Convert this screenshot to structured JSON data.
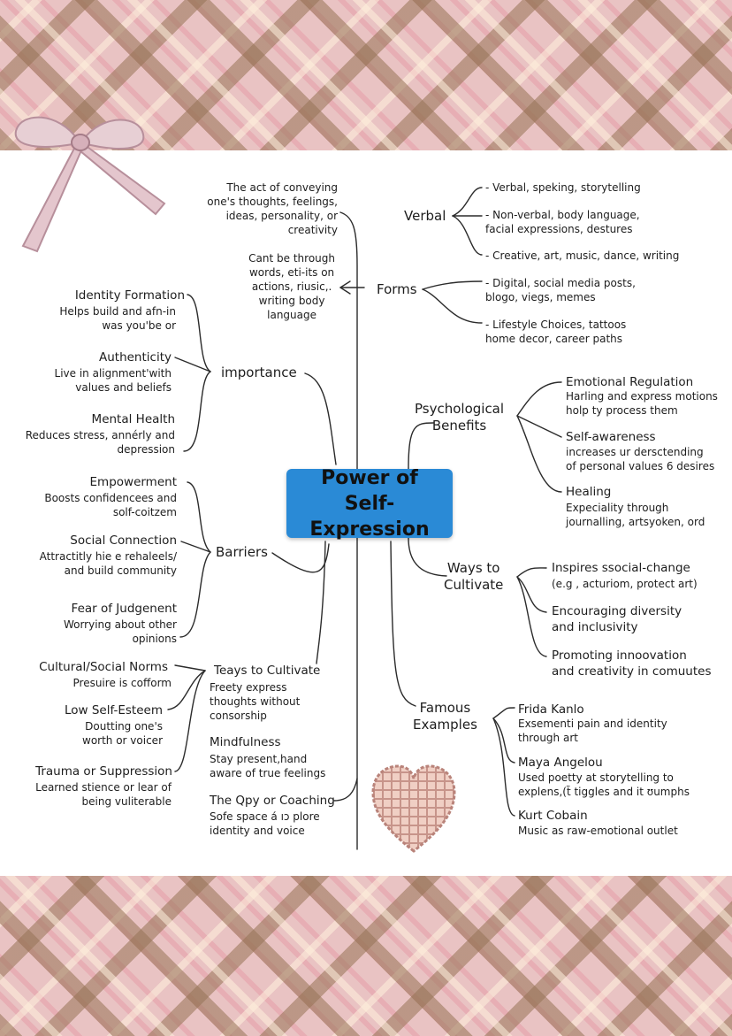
{
  "center": {
    "title": "Power of\nSelf-Expression"
  },
  "definition": {
    "text": "The act of conveying\none's thoughts, feelings,\nideas, personality, or\ncreativity",
    "through": "Cant be through\nwords, eti-its on\nactions, riusic,.\nwriting body\nlanguage"
  },
  "forms": {
    "label": "Forms",
    "verbal_label": "Verbal",
    "verbal_items": [
      "- Verbal, speking, storytelling",
      "- Non-verbal, body language,\nfacial expressions, destures",
      "- Creative, art, music, dance, writing"
    ],
    "items": [
      "- Digital, social media posts,\nblogo, viegs, memes",
      "- Lifestyle Choices, tattoos\nhome decor, career paths"
    ]
  },
  "importance": {
    "label": "importance",
    "items": [
      {
        "title": "Identity Formation",
        "desc": "Helps build and afn-in\nwas you'be or"
      },
      {
        "title": "Authenticity",
        "desc": "Live in alignment'with\nvalues and beliefs"
      },
      {
        "title": "Mental Health",
        "desc": "Reduces stress, annérly and\ndepression"
      }
    ]
  },
  "barriers": {
    "label": "Barriers",
    "items": [
      {
        "title": "Empowerment",
        "desc": "Boosts confidencees and\nsolf-coitzem"
      },
      {
        "title": "Social Connection",
        "desc": "Attractitly hie e rehaleels/\nand build community"
      },
      {
        "title": "Fear of Judgenent",
        "desc": "Worrying about other\nopinions"
      }
    ]
  },
  "norms": {
    "items": [
      {
        "title": "Cultural/Social Norms",
        "desc": "Presuire is cofform"
      },
      {
        "title": "Low Self-Esteem",
        "desc": "Doutting one's\nworth or voicer"
      },
      {
        "title": "Trauma or Suppression",
        "desc": "Learned stience or lear of\nbeing vuliterable"
      }
    ]
  },
  "cultivate_left": {
    "label": "Teays to Cultivate",
    "items": [
      {
        "title": "",
        "desc": "Freety express\nthoughts without\nconsorship"
      },
      {
        "title": "Mindfulness",
        "desc": "Stay present,hand\naware of true feelings"
      },
      {
        "title": "The Qpy or Coaching",
        "desc": "Sofe space а́ ıɔ plore\nidentity and voice"
      }
    ]
  },
  "psych": {
    "label": "Psychological\nBenefits",
    "items": [
      {
        "title": "Emotional Regulation",
        "desc": "Harling and express motions\nholp ty process them"
      },
      {
        "title": "Self-awareness",
        "desc": "increases ur dersctending\nof personal values 6 desires"
      },
      {
        "title": "Healing",
        "desc": "Expeciality through\njournalling, artsyoken, ord"
      }
    ]
  },
  "ways": {
    "label": "Ways to\nCultivate",
    "items": [
      {
        "title": "Inspires ssocial-change",
        "desc": "(e.g , acturiom, protect art)"
      },
      {
        "title": "Encouraging diversity\nand inclusivity",
        "desc": ""
      },
      {
        "title": "Promoting innoovation\nand creativity in comuutes",
        "desc": ""
      }
    ]
  },
  "famous": {
    "label": "Famous\nExamples",
    "items": [
      {
        "title": "Frida Kanlo",
        "desc": "Exsementi pain and identity\nthrough art"
      },
      {
        "title": "Maya Angelou",
        "desc": "Used poetty at storytelling to\nexplens,(t̃ tiggles and it ʊumphs"
      },
      {
        "title": "Kurt Cobain",
        "desc": "Music as raw-emotional outlet"
      }
    ]
  },
  "colors": {
    "accent": "#2a8ad6",
    "line": "#2b2b2b",
    "plaid_pink": "#e9c3c3",
    "plaid_brown": "#9a7355"
  }
}
